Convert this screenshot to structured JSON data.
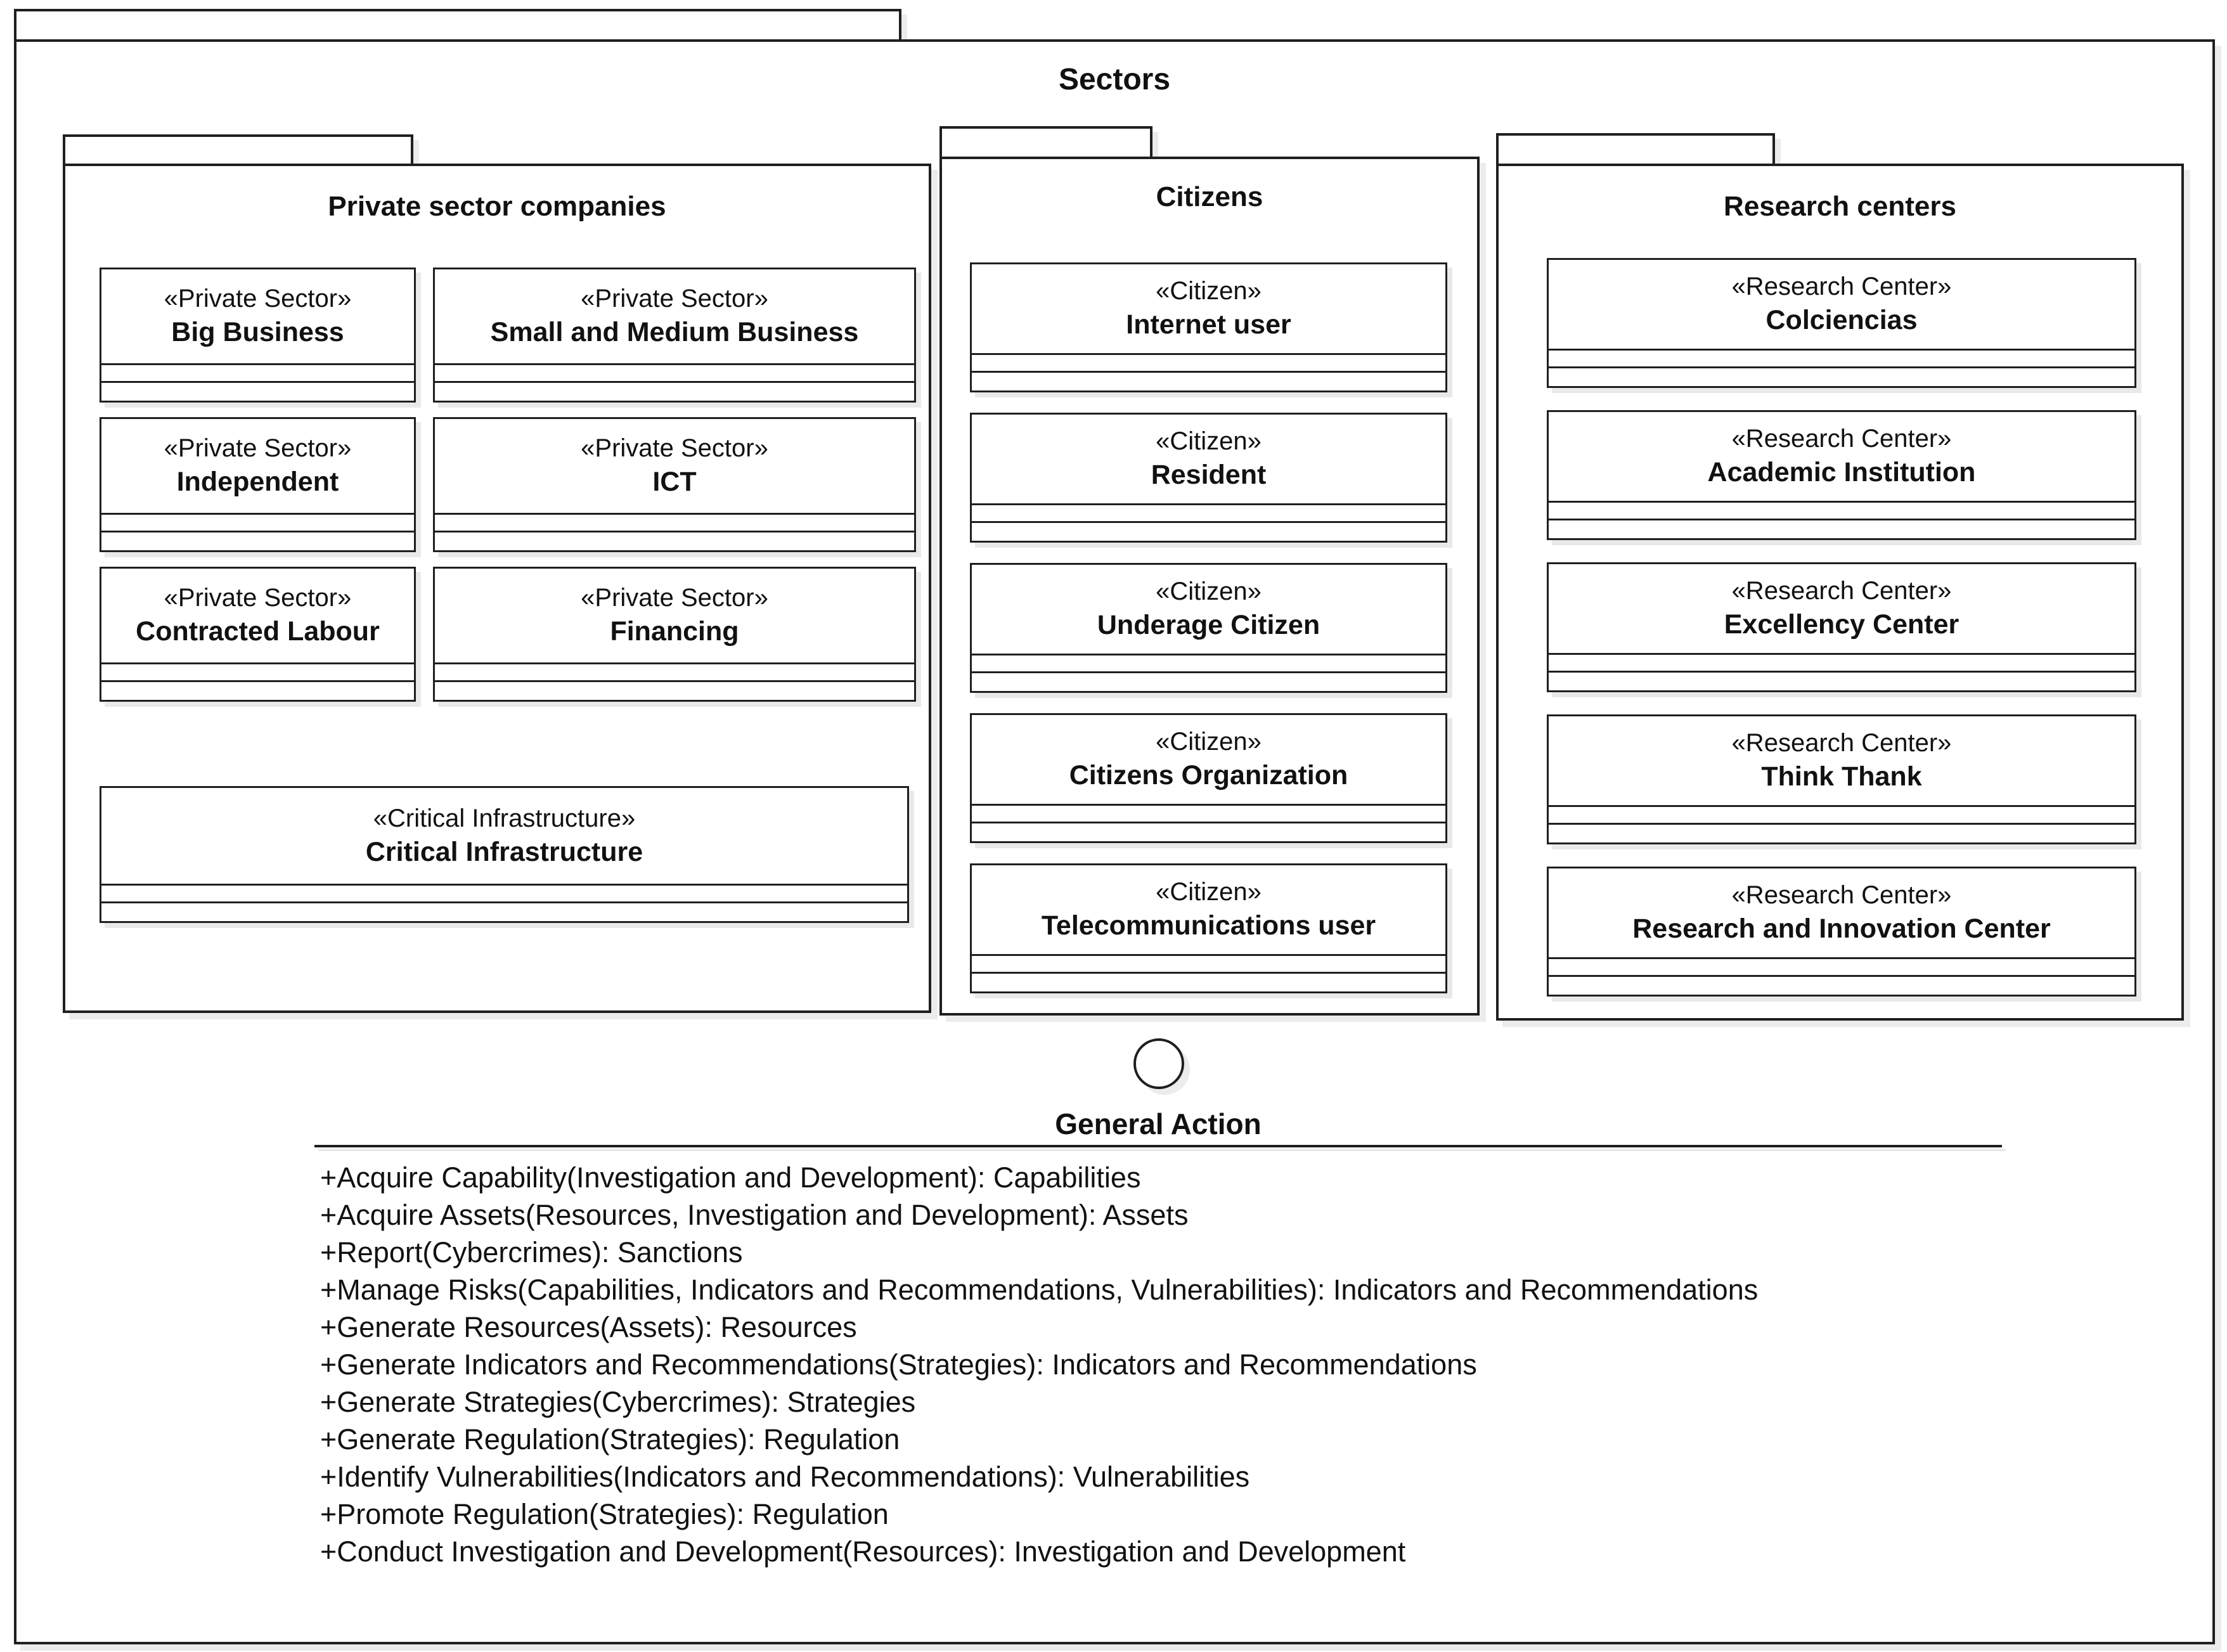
{
  "diagram_title": "Sectors",
  "packages": {
    "private": {
      "title": "Private sector companies",
      "classes": [
        {
          "stereotype": "«Private Sector»",
          "name": "Big Business"
        },
        {
          "stereotype": "«Private Sector»",
          "name": "Small and Medium Business"
        },
        {
          "stereotype": "«Private Sector»",
          "name": "Independent"
        },
        {
          "stereotype": "«Private Sector»",
          "name": "ICT"
        },
        {
          "stereotype": "«Private Sector»",
          "name": "Contracted Labour"
        },
        {
          "stereotype": "«Private Sector»",
          "name": "Financing"
        }
      ],
      "wide_class": {
        "stereotype": "«Critical Infrastructure»",
        "name": "Critical Infrastructure"
      }
    },
    "citizens": {
      "title": "Citizens",
      "classes": [
        {
          "stereotype": "«Citizen»",
          "name": "Internet user"
        },
        {
          "stereotype": "«Citizen»",
          "name": "Resident"
        },
        {
          "stereotype": "«Citizen»",
          "name": "Underage Citizen"
        },
        {
          "stereotype": "«Citizen»",
          "name": "Citizens Organization"
        },
        {
          "stereotype": "«Citizen»",
          "name": "Telecommunications user"
        }
      ]
    },
    "research": {
      "title": "Research centers",
      "classes": [
        {
          "stereotype": "«Research Center»",
          "name": "Colciencias"
        },
        {
          "stereotype": "«Research Center»",
          "name": "Academic Institution"
        },
        {
          "stereotype": "«Research Center»",
          "name": "Excellency Center"
        },
        {
          "stereotype": "«Research Center»",
          "name": "Think Thank"
        },
        {
          "stereotype": "«Research Center»",
          "name": "Research and Innovation Center"
        }
      ]
    }
  },
  "interface": {
    "name": "General Action",
    "operations": [
      "+Acquire Capability(Investigation and Development): Capabilities",
      "+Acquire Assets(Resources, Investigation and Development): Assets",
      "+Report(Cybercrimes): Sanctions",
      "+Manage Risks(Capabilities, Indicators and Recommendations, Vulnerabilities): Indicators and Recommendations",
      "+Generate Resources(Assets): Resources",
      "+Generate Indicators and Recommendations(Strategies): Indicators and Recommendations",
      "+Generate Strategies(Cybercrimes): Strategies",
      "+Generate Regulation(Strategies): Regulation",
      "+Identify Vulnerabilities(Indicators and Recommendations): Vulnerabilities",
      "+Promote Regulation(Strategies): Regulation",
      "+Conduct Investigation and Development(Resources): Investigation and Development"
    ]
  },
  "colors": {
    "line": "#1f1f1f",
    "shadow": "#e9e9e9",
    "background": "#ffffff"
  }
}
